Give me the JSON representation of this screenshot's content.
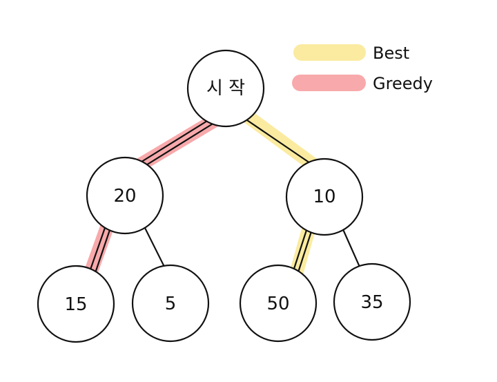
{
  "legend": {
    "best": {
      "label": "Best",
      "color": "#FBEBA0"
    },
    "greedy": {
      "label": "Greedy",
      "color": "#F8A9AB"
    }
  },
  "tree": {
    "root": {
      "label": "시 작"
    },
    "left": {
      "label": "20"
    },
    "right": {
      "label": "10"
    },
    "left_left": {
      "label": "15"
    },
    "left_right": {
      "label": "5"
    },
    "right_left": {
      "label": "50"
    },
    "right_right": {
      "label": "35"
    }
  },
  "paths": {
    "best": [
      "시 작",
      "10",
      "50"
    ],
    "greedy": [
      "시 작",
      "20",
      "15"
    ]
  }
}
